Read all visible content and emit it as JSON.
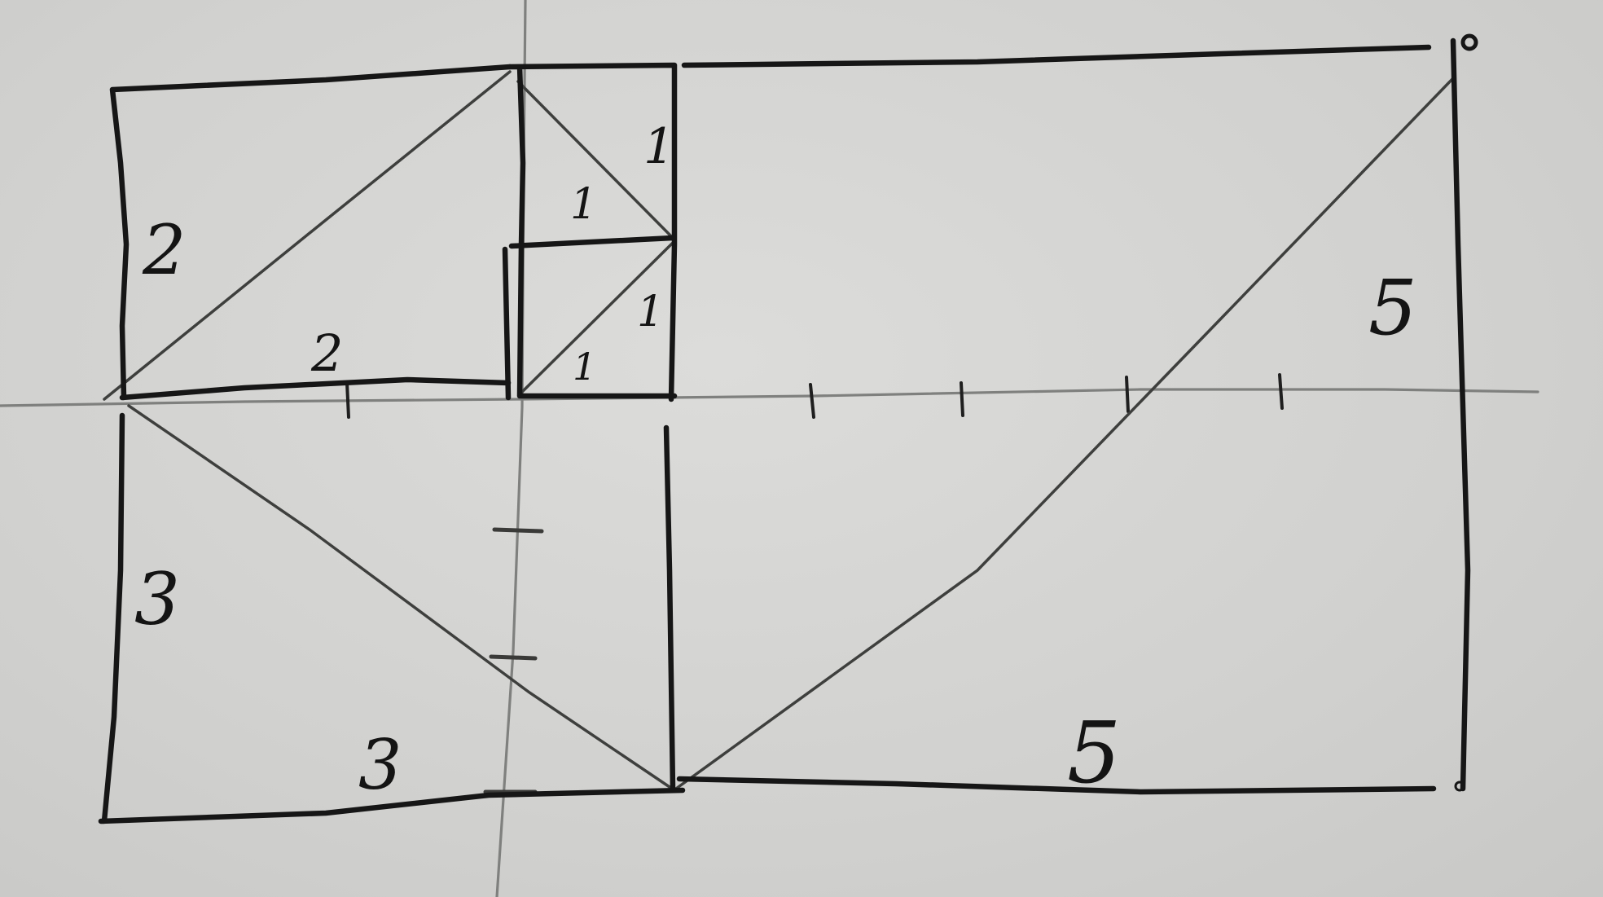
{
  "labels": {
    "left_upper_square_side": "2",
    "left_upper_square_bottom": "2",
    "small_square_top_right": "1",
    "small_square_top_diag": "1",
    "small_square_bottom_right": "1",
    "small_square_bottom_diag": "1",
    "left_lower_square_side": "3",
    "left_lower_square_bottom": "3",
    "right_square_side": "5",
    "right_square_bottom": "5"
  },
  "colors": {
    "paper": "#d2d3d1",
    "ink": "#161616",
    "pencil_guide": "#7f807e",
    "pencil_diagonal": "#3e3f3d"
  }
}
